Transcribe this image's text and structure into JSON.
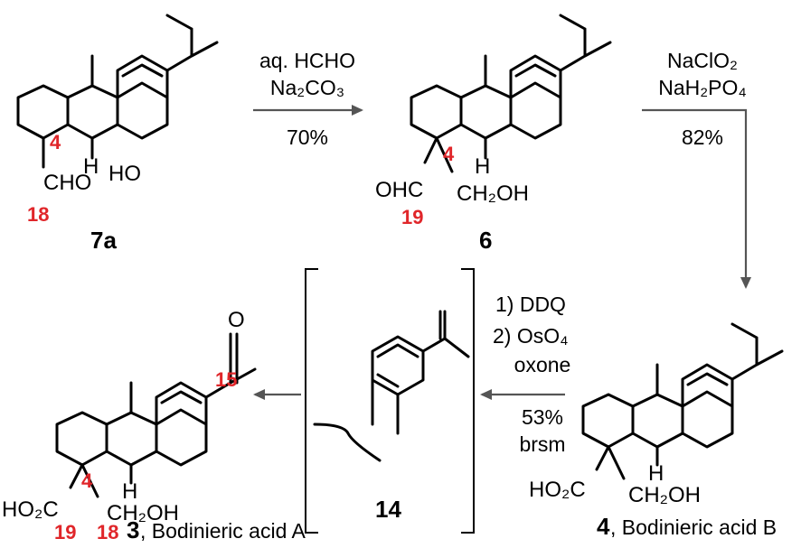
{
  "compounds": {
    "c7a": {
      "id": "7a",
      "labels": {
        "cho": "CHO",
        "h": "H",
        "ho": "HO"
      },
      "locants": {
        "c4": "4",
        "c18": "18"
      }
    },
    "c6": {
      "id": "6",
      "labels": {
        "ohc": "OHC",
        "h": "H",
        "ch2oh": "CH₂OH"
      },
      "locants": {
        "c4": "4",
        "c19": "19"
      }
    },
    "c4": {
      "id": "4",
      "name": ", Bodinieric acid B",
      "labels": {
        "ho2c": "HO₂C",
        "h": "H",
        "ch2oh": "CH₂OH"
      }
    },
    "c14": {
      "id": "14"
    },
    "c3": {
      "id": "3",
      "name": ", Bodinieric acid A",
      "labels": {
        "o": "O",
        "ho2c": "HO₂C",
        "h": "H",
        "ch2oh": "CH₂OH"
      },
      "locants": {
        "c15": "15",
        "c4": "4",
        "c19": "19",
        "c18": "18"
      }
    }
  },
  "steps": {
    "s1": {
      "lines": [
        "aq. HCHO",
        "Na₂CO₃",
        "70%"
      ]
    },
    "s2": {
      "lines": [
        "NaClO₂",
        "NaH₂PO₄",
        "82%"
      ]
    },
    "s3": {
      "lines": [
        "1) DDQ",
        "2) OsO₄",
        "oxone",
        "53%",
        "brsm"
      ]
    }
  },
  "colors": {
    "locant": "#e0262a",
    "arrow": "#555555",
    "bond": "#000000"
  }
}
